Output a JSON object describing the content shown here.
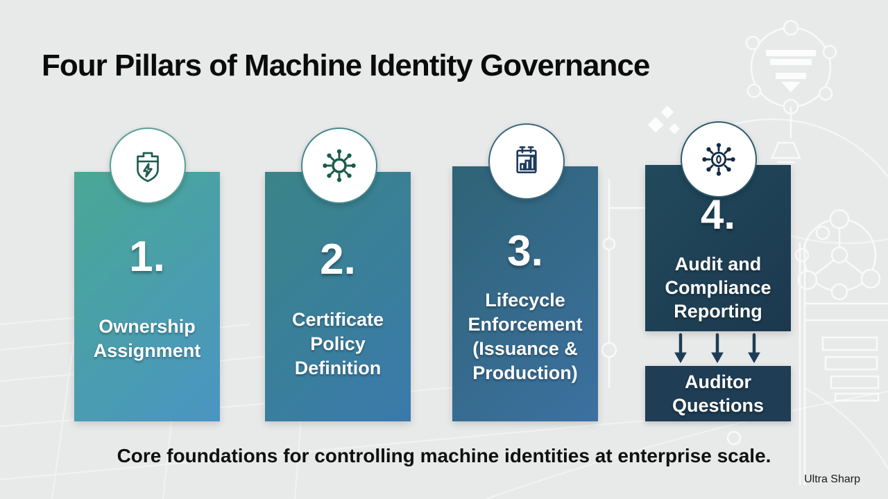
{
  "slide": {
    "title": "Four Pillars of Machine Identity Governance",
    "caption": "Core foundations for controlling machine identities at enterprise scale.",
    "watermark": "Ultra Sharp"
  },
  "pillars": [
    {
      "number": "1.",
      "label": "Ownership\nAssignment",
      "icon": "shield-lightning-icon",
      "color_top": "#49a894",
      "color_bottom": "#4a95c3",
      "icon_color": "#1d5c4e",
      "ring_color": "#57a093"
    },
    {
      "number": "2.",
      "label": "Certificate\nPolicy\nDefinition",
      "icon": "hub-nodes-icon",
      "color_top": "#3a8487",
      "color_bottom": "#3a7aac",
      "icon_color": "#1a5c4a",
      "ring_color": "#43888e"
    },
    {
      "number": "3.",
      "label": "Lifecycle\nEnforcement\n(Issuance &\nProduction)",
      "icon": "calendar-chart-icon",
      "color_top": "#2f6376",
      "color_bottom": "#3c71a0",
      "icon_color": "#1f3a5c",
      "ring_color": "#39677f"
    },
    {
      "number": "4.",
      "label": "Audit and\nCompliance\nReporting",
      "icon": "hub-leaf-icon",
      "color_top": "#214a5c",
      "color_bottom": "#1c384e",
      "icon_color": "#132c46",
      "ring_color": "#2d5a6b"
    }
  ],
  "pillar4_flow": {
    "arrow_count": 3,
    "arrow_color": "#1f3c55",
    "target_label": "Auditor\nQuestions",
    "target_color": "#1f3d54"
  }
}
